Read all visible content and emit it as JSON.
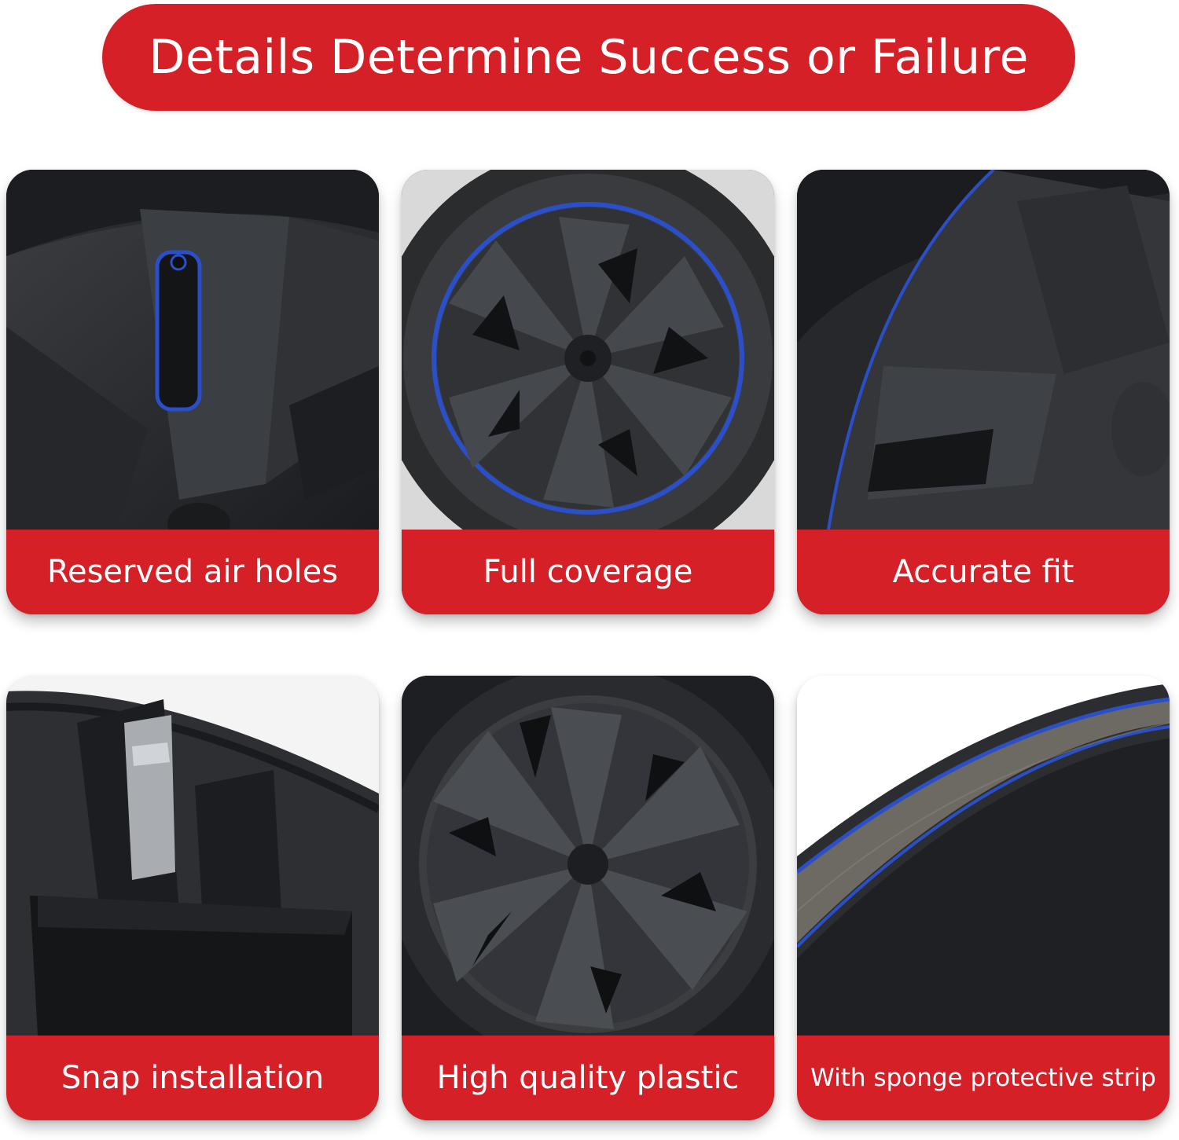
{
  "banner": {
    "title": "Details Determine Success or Failure"
  },
  "features": [
    {
      "caption": "Reserved air holes",
      "icon": "air-hole-photo"
    },
    {
      "caption": "Full coverage",
      "icon": "wheel-cover-photo"
    },
    {
      "caption": "Accurate fit",
      "icon": "rim-edge-photo"
    },
    {
      "caption": "Snap installation",
      "icon": "snap-clip-photo"
    },
    {
      "caption": "High quality plastic",
      "icon": "hubcap-photo"
    },
    {
      "caption": "With sponge protective strip",
      "icon": "sponge-strip-photo"
    }
  ],
  "colors": {
    "brand_red": "#d62027",
    "accent_blue": "#2a4fc9",
    "dark_plastic": "#2b2d30"
  }
}
